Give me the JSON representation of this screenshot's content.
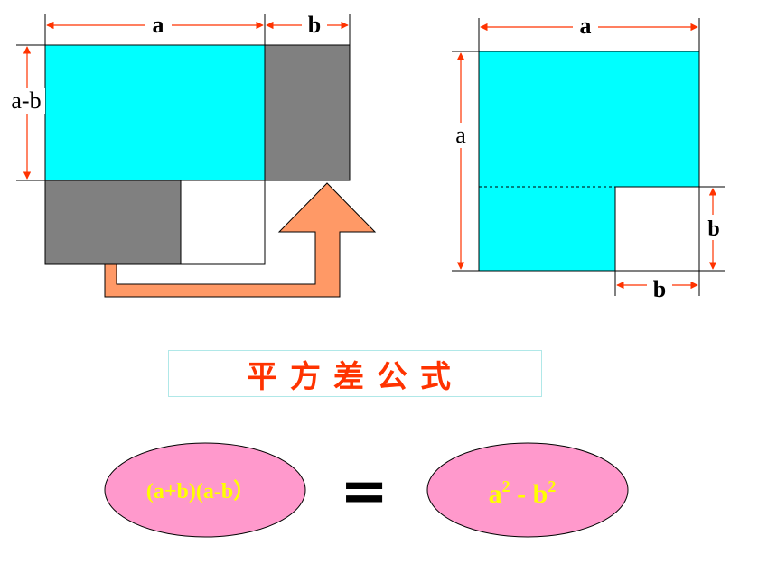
{
  "left_figure": {
    "top_label_a": "a",
    "top_label_b": "b",
    "side_label": "a-b"
  },
  "right_figure": {
    "top_label_a": "a",
    "side_label_a": "a",
    "side_label_b": "b",
    "bottom_label_b": "b"
  },
  "title": "平方差公式",
  "formula": {
    "left": "(a+b)(a-b）",
    "equals": "=",
    "right_base_a": "a",
    "right_exp_a": "2",
    "right_minus": " - ",
    "right_base_b": "b",
    "right_exp_b": "2"
  },
  "colors": {
    "cyan": "#00ffff",
    "gray": "#808080",
    "arrow": "#ff9966",
    "arrow_stroke": "#000000",
    "dim_red": "#ff3300",
    "ellipse": "#ff99cc",
    "formula_text": "#ffff00",
    "title_text": "#ff3300"
  }
}
